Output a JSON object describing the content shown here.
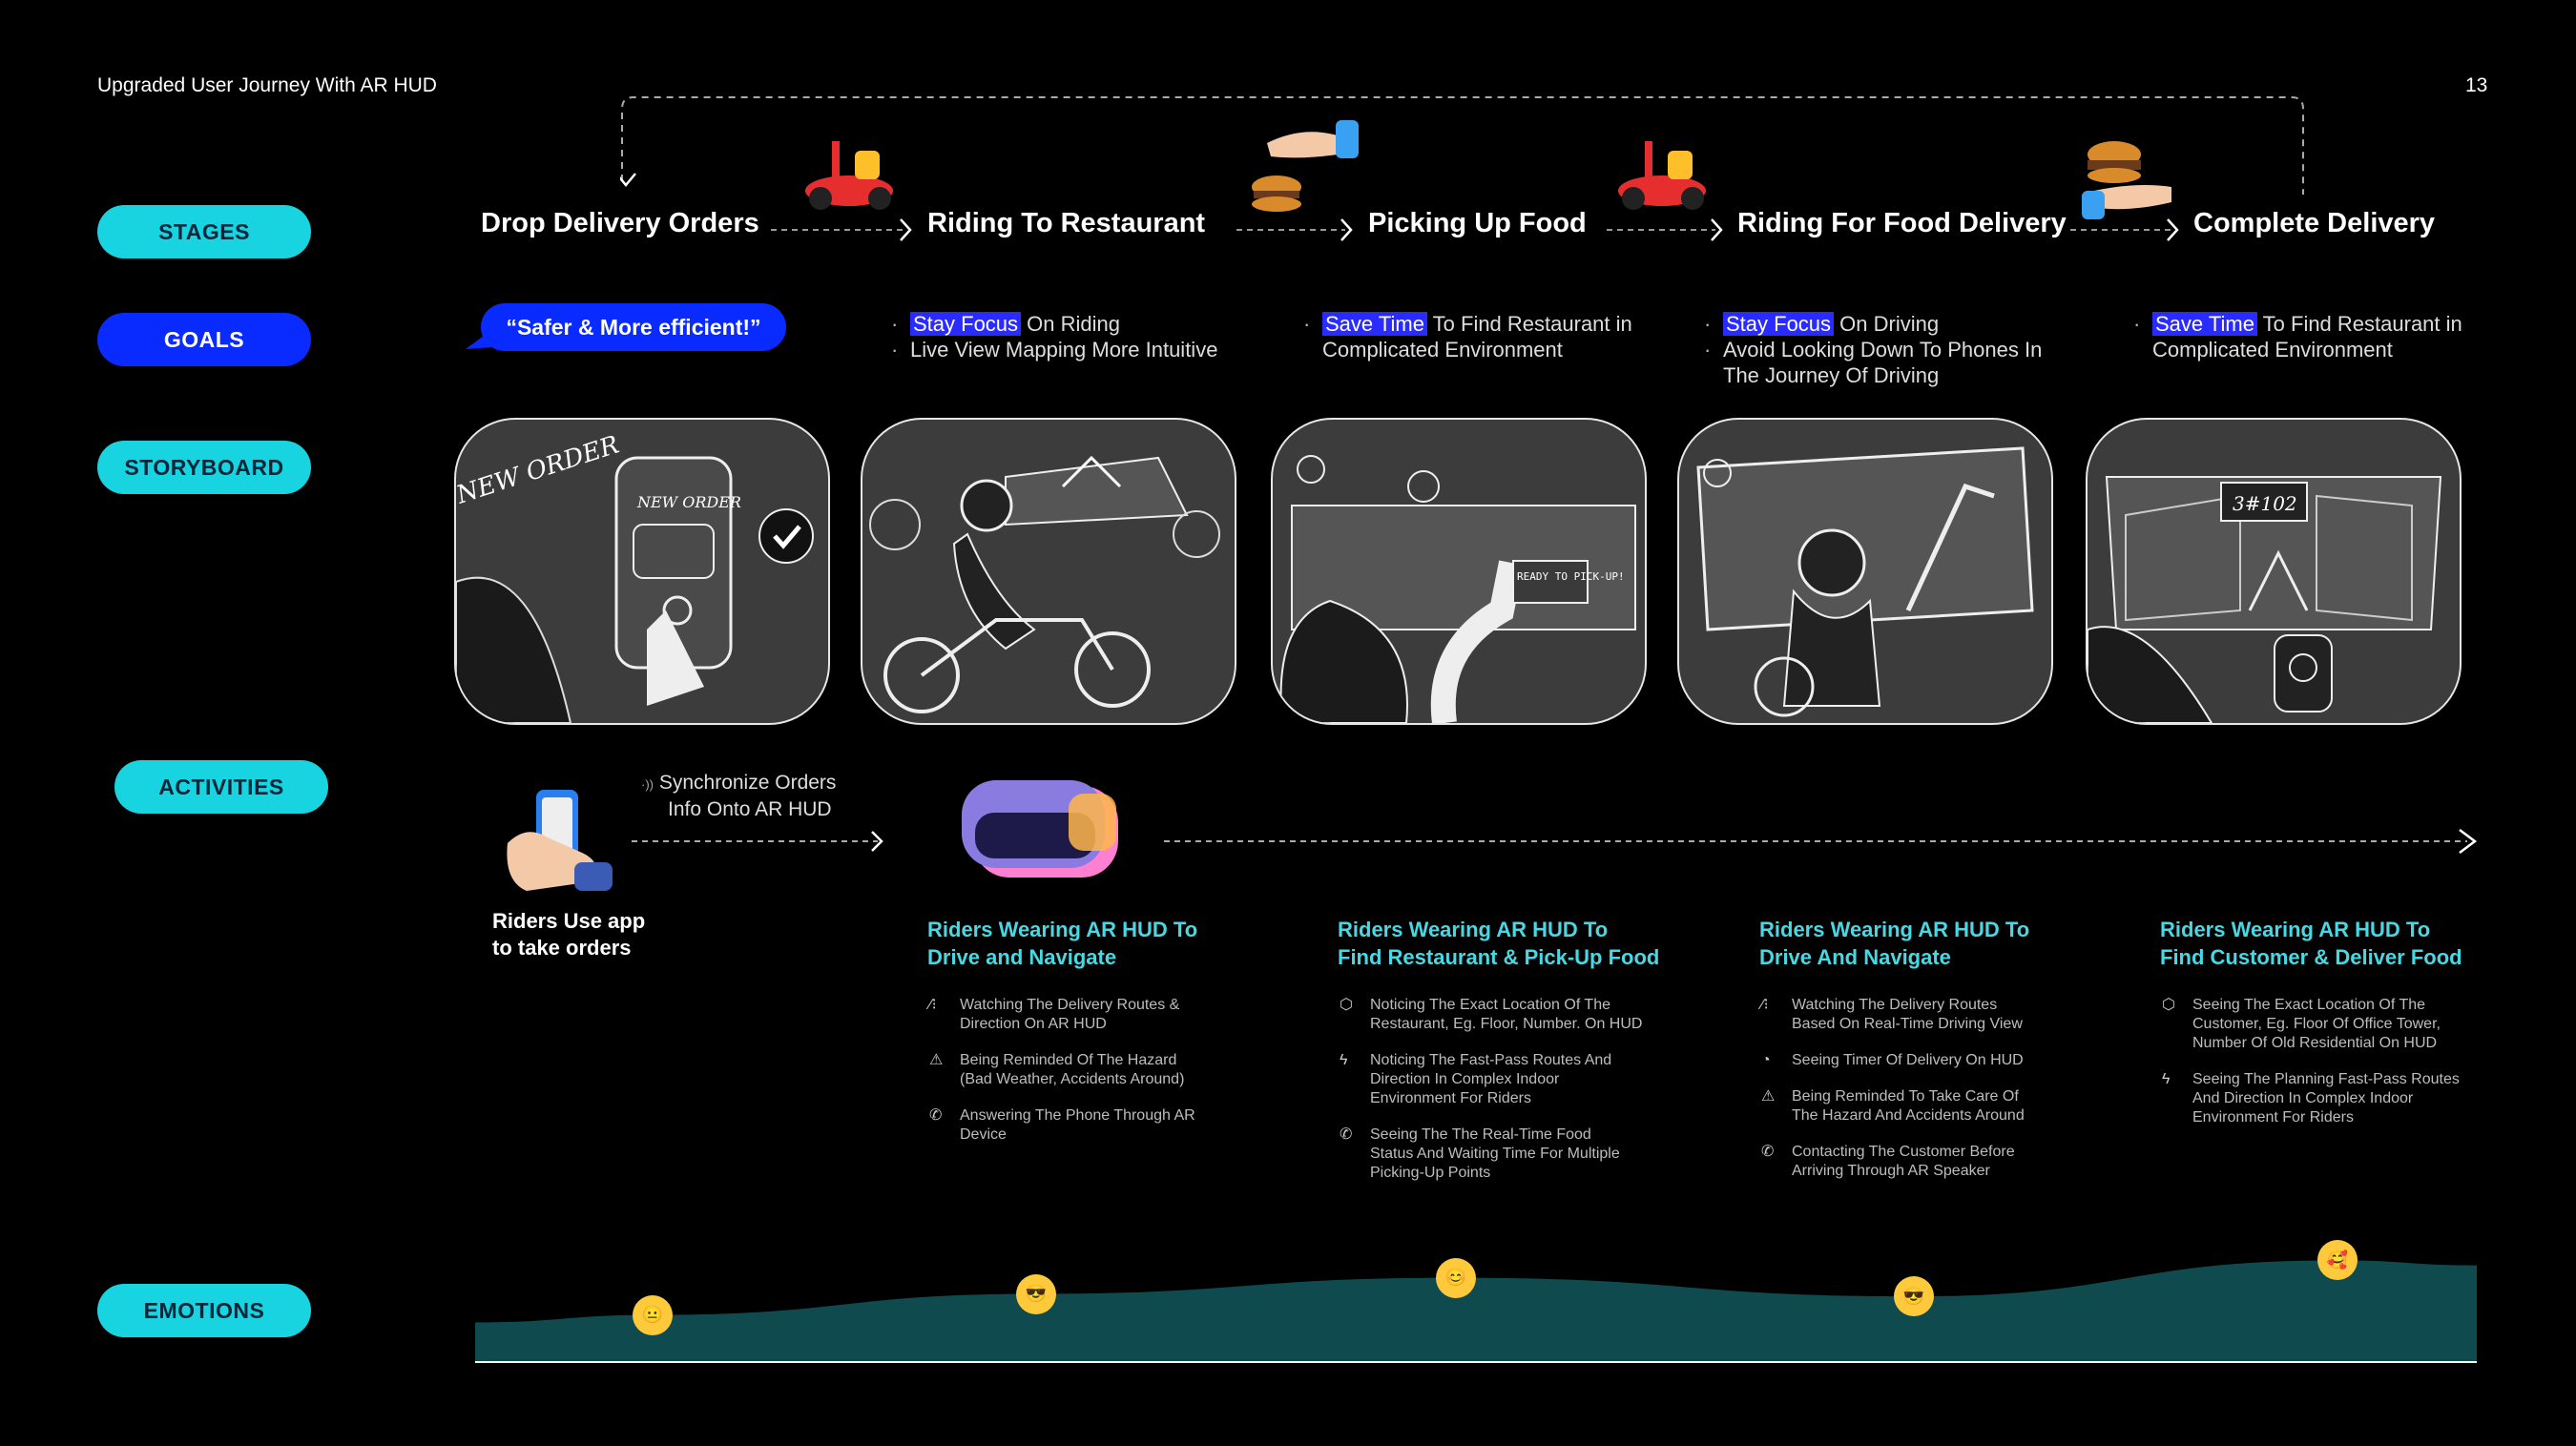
{
  "header": {
    "title": "Upgraded User Journey With AR HUD",
    "page_number": "13"
  },
  "row_labels": {
    "stages": "STAGES",
    "goals": "GOALS",
    "storyboard": "STORYBOARD",
    "activities": "ACTIVITIES",
    "emotions": "EMOTIONS"
  },
  "stages": [
    "Drop Delivery Orders",
    "Riding To Restaurant",
    "Picking Up Food",
    "Riding For Food Delivery",
    "Complete Delivery"
  ],
  "goals": {
    "bubble": "“Safer & More efficient!”",
    "g1": {
      "hl": "Stay Focus",
      "rest": " On Riding",
      "line2": "Live View Mapping More Intuitive"
    },
    "g2": {
      "hl": "Save Time",
      "rest": " To Find Restaurant in",
      "line2": "Complicated Environment"
    },
    "g3": {
      "hl": "Stay Focus",
      "rest": " On Driving",
      "line2": "Avoid Looking Down To Phones In",
      "line3": "The Journey Of Driving"
    },
    "g4": {
      "hl": "Save Time",
      "rest": " To Find Restaurant in",
      "line2": "Complicated Environment"
    }
  },
  "storyboard": {
    "b1_text1": "NEW ORDER",
    "b1_text2": "NEW ORDER",
    "b3_text": "READY TO PICK-UP!",
    "b5_text": "3#102"
  },
  "activities": {
    "sync_line1": "Synchronize Orders",
    "sync_line2": "Info Onto AR HUD",
    "app_line1": "Riders Use app",
    "app_line2": "to take orders",
    "columns": [
      {
        "head1": "Riders Wearing AR HUD To",
        "head2": "Drive and Navigate",
        "items": [
          {
            "icon": "route-icon",
            "glyph": "⁄⁝",
            "l1": "Watching The Delivery Routes &",
            "l2": "Direction On AR HUD"
          },
          {
            "icon": "warning-icon",
            "glyph": "⚠",
            "l1": "Being Reminded Of The Hazard",
            "l2": "(Bad Weather, Accidents Around)"
          },
          {
            "icon": "phone-icon",
            "glyph": "✆",
            "l1": "Answering The Phone Through AR",
            "l2": "Device"
          }
        ]
      },
      {
        "head1": "Riders Wearing AR HUD To",
        "head2": "Find Restaurant & Pick-Up Food",
        "items": [
          {
            "icon": "cube-icon",
            "glyph": "⬡",
            "l1": "Noticing The Exact Location Of The",
            "l2": "Restaurant, Eg. Floor, Number. On HUD"
          },
          {
            "icon": "lightning-icon",
            "glyph": "ϟ",
            "l1": "Noticing The Fast-Pass Routes And",
            "l2": "Direction In Complex Indoor",
            "l3": "Environment For Riders"
          },
          {
            "icon": "phone-icon",
            "glyph": "✆",
            "l1": "Seeing The The Real-Time Food",
            "l2": "Status And Waiting Time For Multiple",
            "l3": "Picking-Up Points"
          }
        ]
      },
      {
        "head1": "Riders Wearing AR HUD To",
        "head2": "Drive And Navigate",
        "items": [
          {
            "icon": "route-icon",
            "glyph": "⁄⁝",
            "l1": "Watching The Delivery Routes",
            "l2": "Based On Real-Time Driving View"
          },
          {
            "icon": "timer-icon",
            "glyph": "◔",
            "l1": "Seeing Timer Of Delivery On HUD"
          },
          {
            "icon": "warning-icon",
            "glyph": "⚠",
            "l1": "Being Reminded To Take Care Of",
            "l2": "The Hazard And Accidents Around"
          },
          {
            "icon": "phone-icon",
            "glyph": "✆",
            "l1": "Contacting The Customer Before",
            "l2": "Arriving Through AR Speaker"
          }
        ]
      },
      {
        "head1": "Riders Wearing AR HUD To",
        "head2": "Find Customer & Deliver Food",
        "items": [
          {
            "icon": "cube-icon",
            "glyph": "⬡",
            "l1": "Seeing The Exact Location Of The",
            "l2": "Customer, Eg. Floor Of Office Tower,",
            "l3": "Number Of Old Residential On HUD"
          },
          {
            "icon": "lightning-icon",
            "glyph": "ϟ",
            "l1": "Seeing The Planning Fast-Pass Routes",
            "l2": "And Direction In Complex Indoor",
            "l3": "Environment For Riders"
          }
        ]
      }
    ]
  },
  "emotions": [
    {
      "face": "😐",
      "level": 0.38
    },
    {
      "face": "😎",
      "level": 0.55
    },
    {
      "face": "😊",
      "level": 0.68
    },
    {
      "face": "😎",
      "level": 0.53
    },
    {
      "face": "🥰",
      "level": 0.82
    }
  ],
  "colors": {
    "accent": "#17d4e0",
    "highlight": "#0a2bff",
    "activity_head": "#46d9e4",
    "emotion_fill": "#0f4a4f"
  }
}
